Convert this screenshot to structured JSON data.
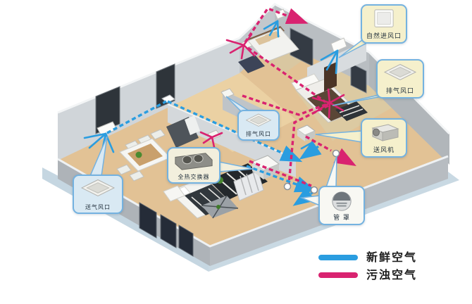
{
  "diagram": {
    "type": "home-ventilation-system-isometric-cutaway",
    "legend": {
      "items": [
        {
          "id": "fresh-air",
          "label": "新鲜空气",
          "color": "#2a9de0"
        },
        {
          "id": "foul-air",
          "label": "污浊空气",
          "color": "#d92370"
        }
      ]
    },
    "callouts": [
      {
        "id": "natural-air-inlet",
        "label": "自然进风口",
        "bg": "#f5f0cc",
        "device": "wall-panel"
      },
      {
        "id": "exhaust-vent-right",
        "label": "排气风口",
        "bg": "#f5f0cc",
        "device": "ceiling-vent"
      },
      {
        "id": "supply-fan",
        "label": "送风机",
        "bg": "#f5f0cc",
        "device": "fan-unit"
      },
      {
        "id": "exhaust-vent-middle",
        "label": "排气风口",
        "bg": "#d9e9f3",
        "device": "ceiling-vent"
      },
      {
        "id": "heat-exchanger",
        "label": "全热交换器",
        "bg": "#f2efdd",
        "device": "hx-unit"
      },
      {
        "id": "supply-vent",
        "label": "送气风口",
        "bg": "#d9e9f3",
        "device": "ceiling-vent"
      },
      {
        "id": "pipe-hood",
        "label": "管 罩",
        "bg": "#f8f8f3",
        "device": "round-hood"
      }
    ]
  }
}
